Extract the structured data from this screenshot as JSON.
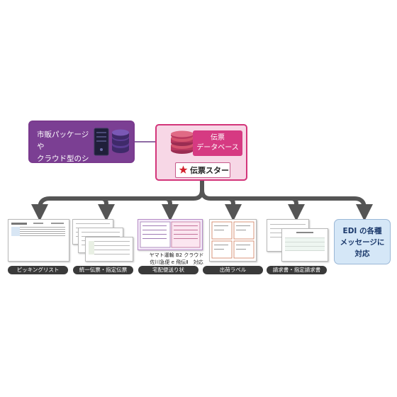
{
  "source": {
    "label_line1": "市販パッケージや",
    "label_line2": "クラウド型のシステム"
  },
  "database": {
    "label_line1": "伝票",
    "label_line2": "データベース"
  },
  "hub": {
    "label": "伝票スター"
  },
  "outputs": [
    {
      "caption": "ピッキングリスト"
    },
    {
      "caption": "統一伝票・指定伝票"
    },
    {
      "caption": "宅配便送り状"
    },
    {
      "caption": "出荷ラベル"
    },
    {
      "caption": "請求書・指定請求書"
    }
  ],
  "delivery_note": {
    "line1": "ヤマト運輸 B2 クラウド",
    "line2": "佐川急便 e 飛伝Ⅱ　対応"
  },
  "edi": {
    "line1": "EDI の各種",
    "line2": "メッセージに",
    "line3": "対応"
  },
  "colors": {
    "source_purple": "#7b3f93",
    "db_pink_bg": "#f7d7e6",
    "db_pink": "#d63a82",
    "edi_blue": "#d5e7f7",
    "arrow_gray": "#555555"
  }
}
